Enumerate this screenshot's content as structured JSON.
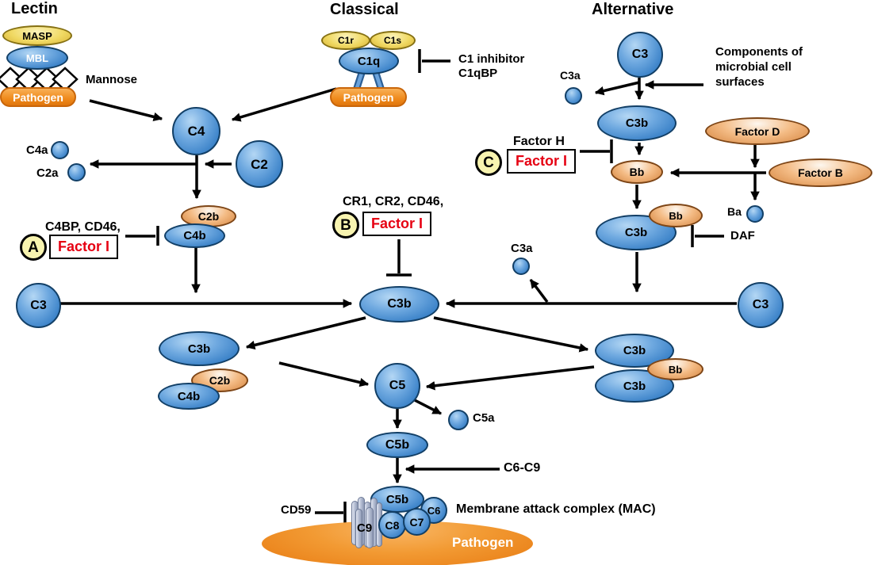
{
  "colors": {
    "protein_blue": "#4a90d2",
    "fragment_tan": "#f0b27c",
    "enzyme_yellow": "#efd763",
    "pathogen_orange": "#ef8a1c",
    "inhibitor_red": "#e60012",
    "badge_yellow": "#f8f4b0",
    "pore_gray": "#b0b9cf",
    "line_black": "#000000"
  },
  "titles": {
    "lectin": "Lectin",
    "classical": "Classical",
    "alternative": "Alternative"
  },
  "lectin": {
    "masp": "MASP",
    "mbl": "MBL",
    "mannose": "Mannose",
    "pathogen": "Pathogen"
  },
  "classical": {
    "c1r": "C1r",
    "c1s": "C1s",
    "c1q": "C1q",
    "pathogen": "Pathogen",
    "inhibitor_line1": "C1 inhibitor",
    "inhibitor_line2": "C1qBP"
  },
  "alternative": {
    "c3": "C3",
    "c3a": "C3a",
    "note": [
      "Components of",
      "microbial cell",
      "surfaces"
    ],
    "c3b": "C3b",
    "factor_d": "Factor D",
    "factor_b": "Factor B",
    "bb": "Bb",
    "ba": "Ba",
    "daf": "DAF",
    "convertase": {
      "c3b": "C3b",
      "bb": "Bb"
    }
  },
  "cleavage": {
    "c4": "C4",
    "c2": "C2",
    "c4a": "C4a",
    "c2a": "C2a",
    "c2b": "C2b",
    "c4b": "C4b"
  },
  "regulators": {
    "a": {
      "badge": "A",
      "label": "C4BP, CD46,",
      "factor": "Factor I"
    },
    "b": {
      "badge": "B",
      "label": "CR1, CR2, CD46,",
      "factor": "Factor I"
    },
    "c": {
      "badge": "C",
      "label": "Factor H",
      "factor": "Factor I"
    }
  },
  "central": {
    "c3_left": "C3",
    "c3_right": "C3",
    "c3b": "C3b",
    "c3a": "C3a"
  },
  "c5_convertases": {
    "classical": {
      "c3b": "C3b",
      "c2b": "C2b",
      "c4b": "C4b"
    },
    "alternative": {
      "c3b_top": "C3b",
      "bb": "Bb",
      "c3b_bottom": "C3b"
    }
  },
  "terminal": {
    "c5": "C5",
    "c5a": "C5a",
    "c5b": "C5b",
    "c6_c9": "C6-C9",
    "cd59": "CD59",
    "mac_label": "Membrane attack complex (MAC)",
    "mac": {
      "c5b": "C5b",
      "c6": "C6",
      "c7": "C7",
      "c8": "C8",
      "c9": "C9"
    },
    "pathogen": "Pathogen"
  }
}
